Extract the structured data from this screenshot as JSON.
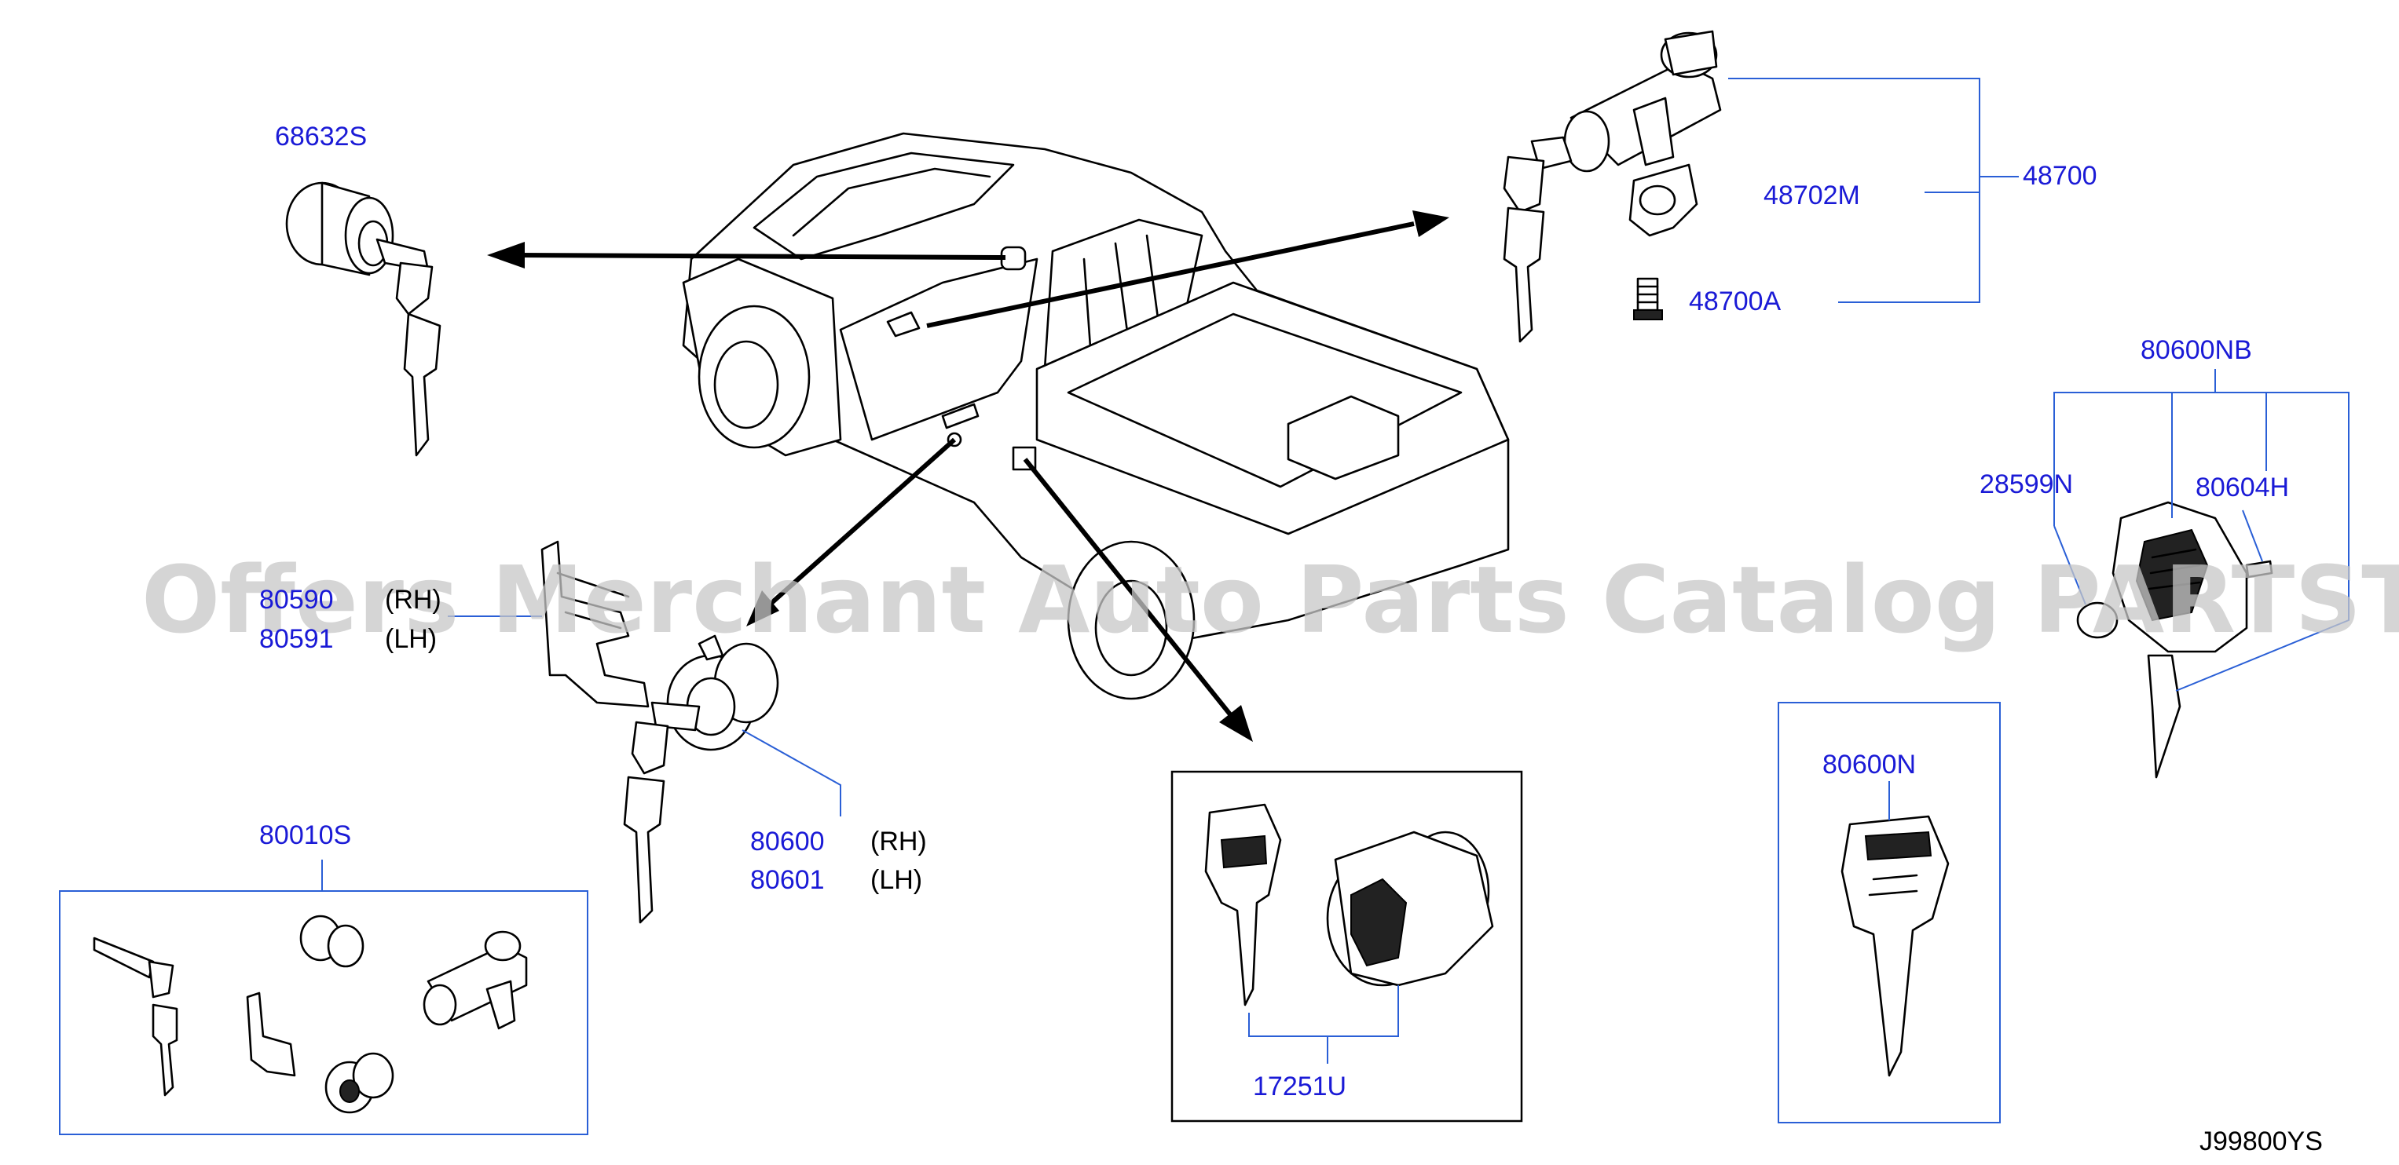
{
  "diagram": {
    "labels": {
      "p68632S": "68632S",
      "p48700": "48700",
      "p48702M": "48702M",
      "p48700A": "48700A",
      "p80600NB": "80600NB",
      "p28599N": "28599N",
      "p80604H": "80604H",
      "p80590": "80590",
      "p80591": "80591",
      "p80600": "80600",
      "p80601": "80601",
      "p80010S": "80010S",
      "p17251U": "17251U",
      "p80600N": "80600N"
    },
    "sides": {
      "rh1": "(RH)",
      "lh1": "(LH)",
      "rh2": "(RH)",
      "lh2": "(LH)"
    },
    "diagram_code": "J99800YS",
    "watermark": "Offers Merchant Auto Parts Catalog PARTSTORE.SA",
    "colors": {
      "label_blue": "#1a1ad6",
      "leader_blue": "#2a5fd6",
      "watermark_gray": "#c8c8c8"
    }
  }
}
